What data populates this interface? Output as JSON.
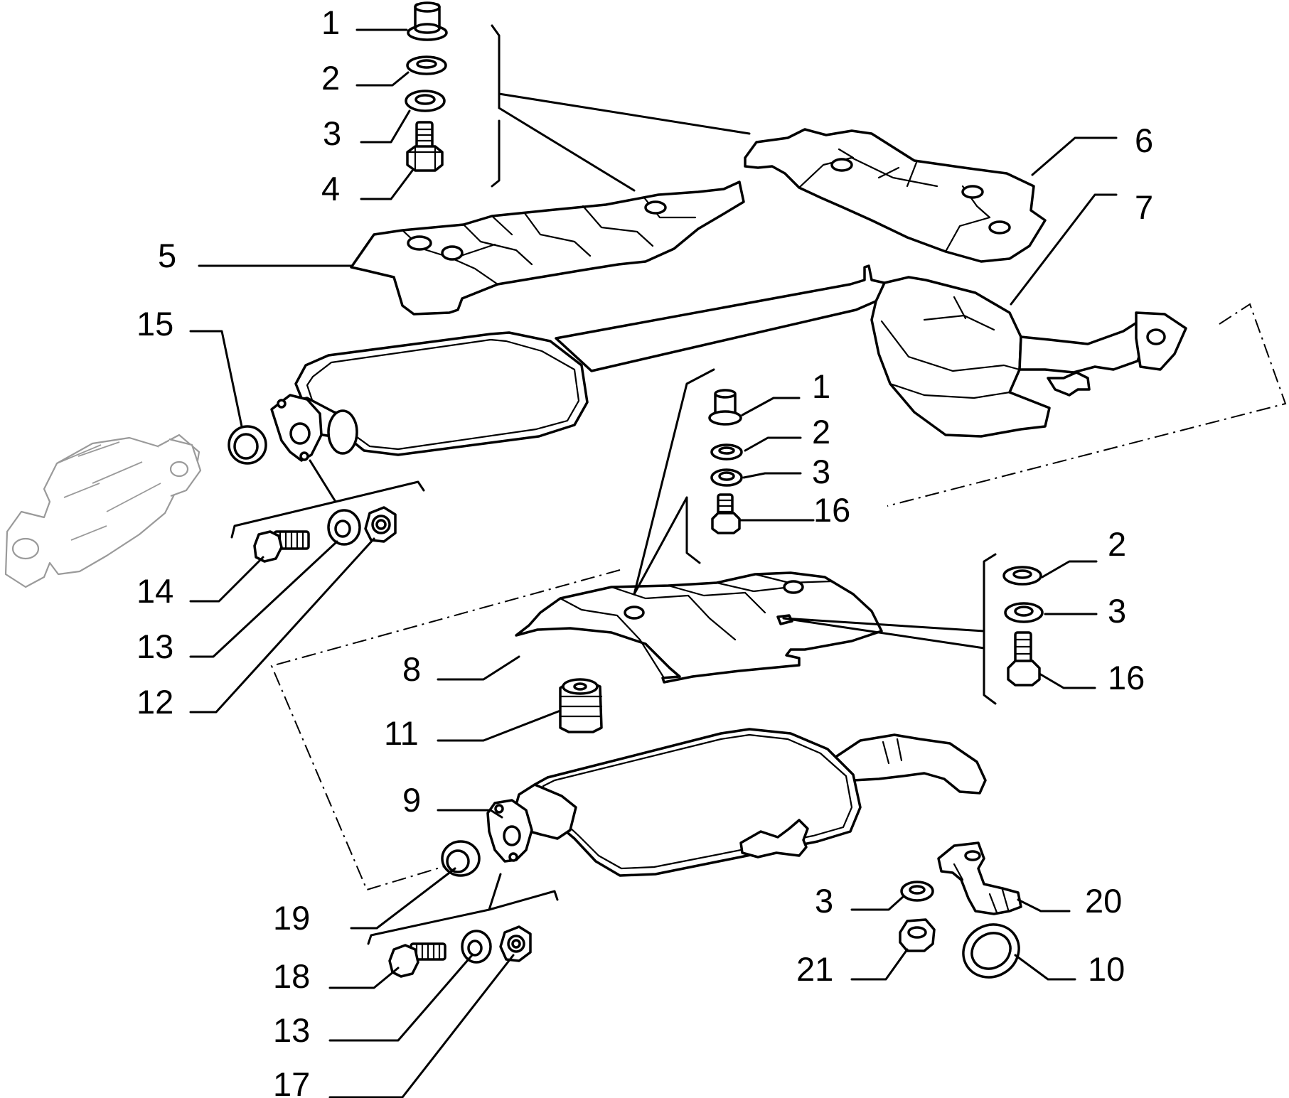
{
  "diagram": {
    "callouts": [
      {
        "id": "c1a",
        "text": "1"
      },
      {
        "id": "c2a",
        "text": "2"
      },
      {
        "id": "c3a",
        "text": "3"
      },
      {
        "id": "c4",
        "text": "4"
      },
      {
        "id": "c5",
        "text": "5"
      },
      {
        "id": "c6",
        "text": "6"
      },
      {
        "id": "c7",
        "text": "7"
      },
      {
        "id": "c15",
        "text": "15"
      },
      {
        "id": "c1b",
        "text": "1"
      },
      {
        "id": "c2b",
        "text": "2"
      },
      {
        "id": "c3b",
        "text": "3"
      },
      {
        "id": "c16a",
        "text": "16"
      },
      {
        "id": "c14",
        "text": "14"
      },
      {
        "id": "c13a",
        "text": "13"
      },
      {
        "id": "c12",
        "text": "12"
      },
      {
        "id": "c2c",
        "text": "2"
      },
      {
        "id": "c3c",
        "text": "3"
      },
      {
        "id": "c16b",
        "text": "16"
      },
      {
        "id": "c8",
        "text": "8"
      },
      {
        "id": "c11",
        "text": "11"
      },
      {
        "id": "c9",
        "text": "9"
      },
      {
        "id": "c19",
        "text": "19"
      },
      {
        "id": "c18",
        "text": "18"
      },
      {
        "id": "c13b",
        "text": "13"
      },
      {
        "id": "c17",
        "text": "17"
      },
      {
        "id": "c3d",
        "text": "3"
      },
      {
        "id": "c20",
        "text": "20"
      },
      {
        "id": "c21",
        "text": "21"
      },
      {
        "id": "c10",
        "text": "10"
      }
    ]
  }
}
